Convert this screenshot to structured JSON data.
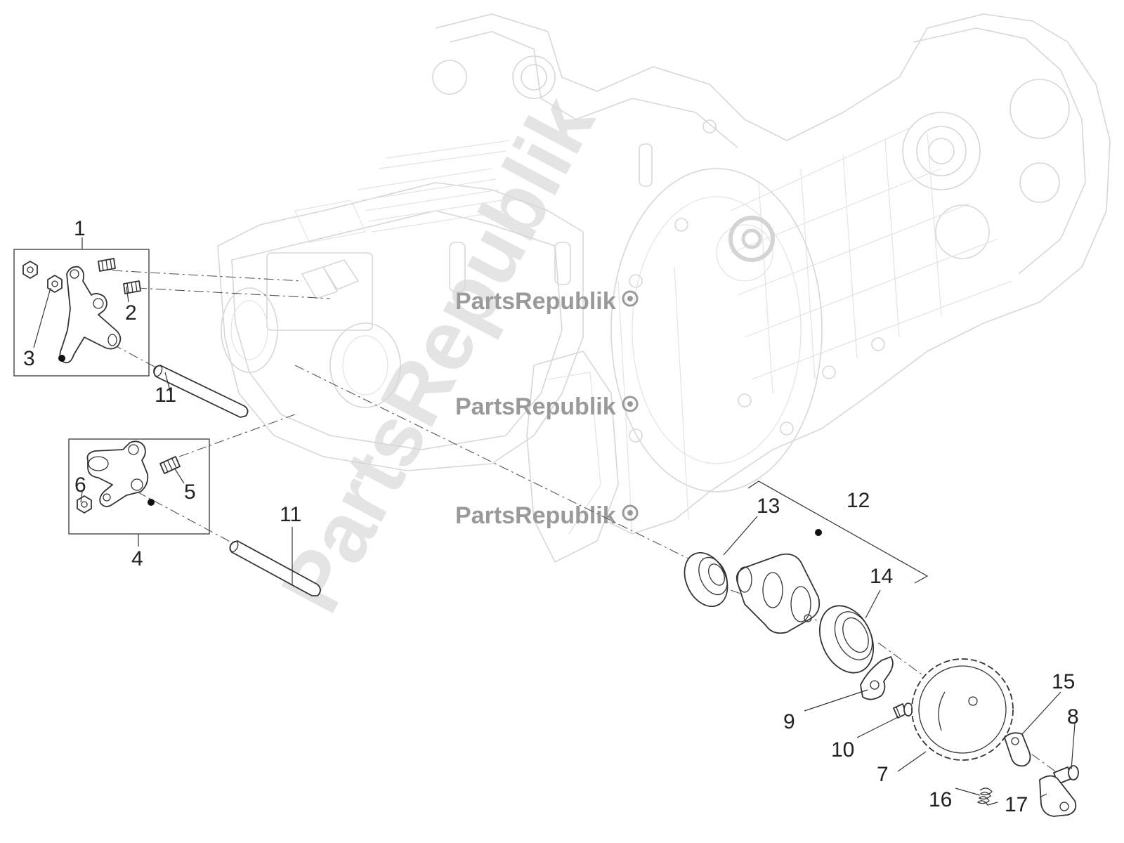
{
  "watermark": {
    "brand": "PartsRepublik",
    "big": "PartsRepublik"
  },
  "callouts": {
    "c1": "1",
    "c2": "2",
    "c3": "3",
    "c4": "4",
    "c5": "5",
    "c6": "6",
    "c7": "7",
    "c8": "8",
    "c9": "9",
    "c10": "10",
    "c11a": "11",
    "c11b": "11",
    "c12": "12",
    "c13": "13",
    "c14": "14",
    "c15": "15",
    "c16": "16",
    "c17": "17"
  },
  "icons": {
    "gear": "gear-icon"
  }
}
